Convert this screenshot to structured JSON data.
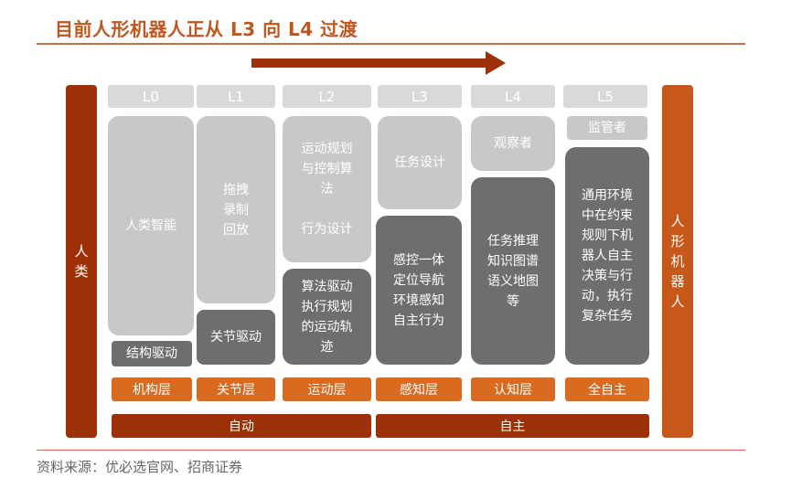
{
  "title": "目前人形机器人正从 L3 向 L4 过渡",
  "source": "资料来源：优必选官网、招商证券",
  "left_bar": "人类",
  "right_bar": "人形机器人",
  "levels": [
    "L0",
    "L1",
    "L2",
    "L3",
    "L4",
    "L5"
  ],
  "columns": {
    "l0": {
      "upper": "人类智能",
      "lower": "结构驱动",
      "layer": "机构层"
    },
    "l1": {
      "upper": "拖拽\n录制\n回放",
      "lower": "关节驱动",
      "layer": "关节层"
    },
    "l2": {
      "upper": "运动规划\n与控制算\n法\n\n行为设计",
      "lower": "算法驱动\n执行规划\n的运动轨\n迹",
      "layer": "运动层"
    },
    "l3": {
      "upper": "任务设计",
      "lower": "感控一体\n定位导航\n环境感知\n自主行为",
      "layer": "感知层"
    },
    "l4": {
      "upper": "观察者",
      "lower": "任务推理\n知识图谱\n语义地图\n等",
      "layer": "认知层"
    },
    "l5": {
      "upper": "监管者",
      "lower": "通用环境\n中在约束\n规则下机\n器人自主\n决策与行动，执行\n复杂任务",
      "layer": "全自主"
    }
  },
  "bands": {
    "auto": "自动",
    "autonomous": "自主"
  },
  "colors": {
    "dark_red": "#9e3008",
    "orange": "#d96a1f",
    "light_gray": "#c8c8c8",
    "dark_gray": "#6e6e6e"
  }
}
